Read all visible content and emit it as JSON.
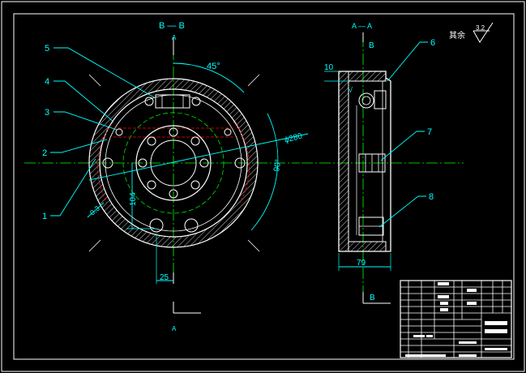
{
  "views": {
    "section_bb": {
      "title": "B — B",
      "cut_mark_top": "A",
      "cut_mark_bottom": "A"
    },
    "section_aa": {
      "title": "A — A",
      "cut_mark_top": "B",
      "cut_mark_bottom": "B"
    }
  },
  "dimensions": {
    "angle_top": "45°",
    "angle_side": "90°",
    "diameter": "ϕ280",
    "radius": "0.3",
    "height": "104",
    "width_bottom": "25",
    "side_width": "79",
    "side_top": "10",
    "surface_mark": "√",
    "surface_value": "3.2"
  },
  "roughness_note": "其余",
  "callouts": [
    "1",
    "2",
    "3",
    "4",
    "5",
    "6",
    "7",
    "8"
  ],
  "colors": {
    "background": "#000000",
    "outline": "#ffffff",
    "dimension": "#00ffff",
    "centerline": "#00ff00",
    "hidden": "#ff0000"
  }
}
